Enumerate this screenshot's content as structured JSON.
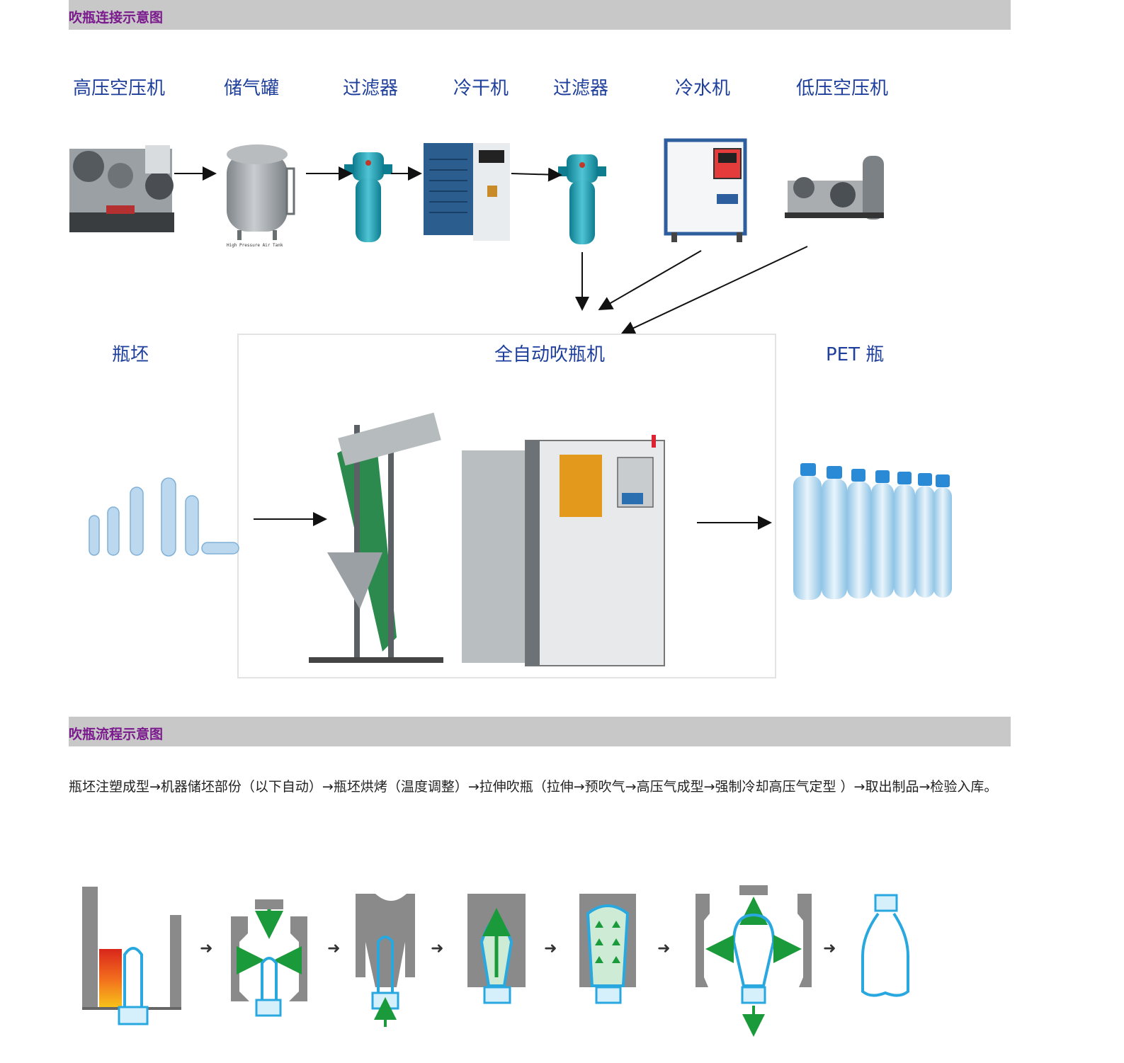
{
  "section1": {
    "title": "吹瓶连接示意图"
  },
  "section2": {
    "title": "吹瓶流程示意图"
  },
  "equipment": [
    {
      "label": "高压空压机"
    },
    {
      "label": "储气罐"
    },
    {
      "label": "过滤器"
    },
    {
      "label": "冷干机"
    },
    {
      "label": "过滤器"
    },
    {
      "label": "冷水机"
    },
    {
      "label": "低压空压机"
    }
  ],
  "middle": {
    "preform_label": "瓶坯",
    "machine_label": "全自动吹瓶机",
    "output_label": "PET 瓶"
  },
  "tank_caption": "High Pressure Air Tank",
  "process_text": "瓶坯注塑成型→机器储坯部份（以下自动）→瓶坯烘烤（温度调整）→拉伸吹瓶（拉伸→预吹气→高压气成型→强制冷却高压气定型 ）→取出制品→检验入库。",
  "colors": {
    "accent": "#7a1a8c",
    "label": "#1f3f9c",
    "bar": "#c8c8c8",
    "mold": "#8a8a8a",
    "preform": "#29a8e0",
    "arrow_green": "#1a9a3a"
  }
}
